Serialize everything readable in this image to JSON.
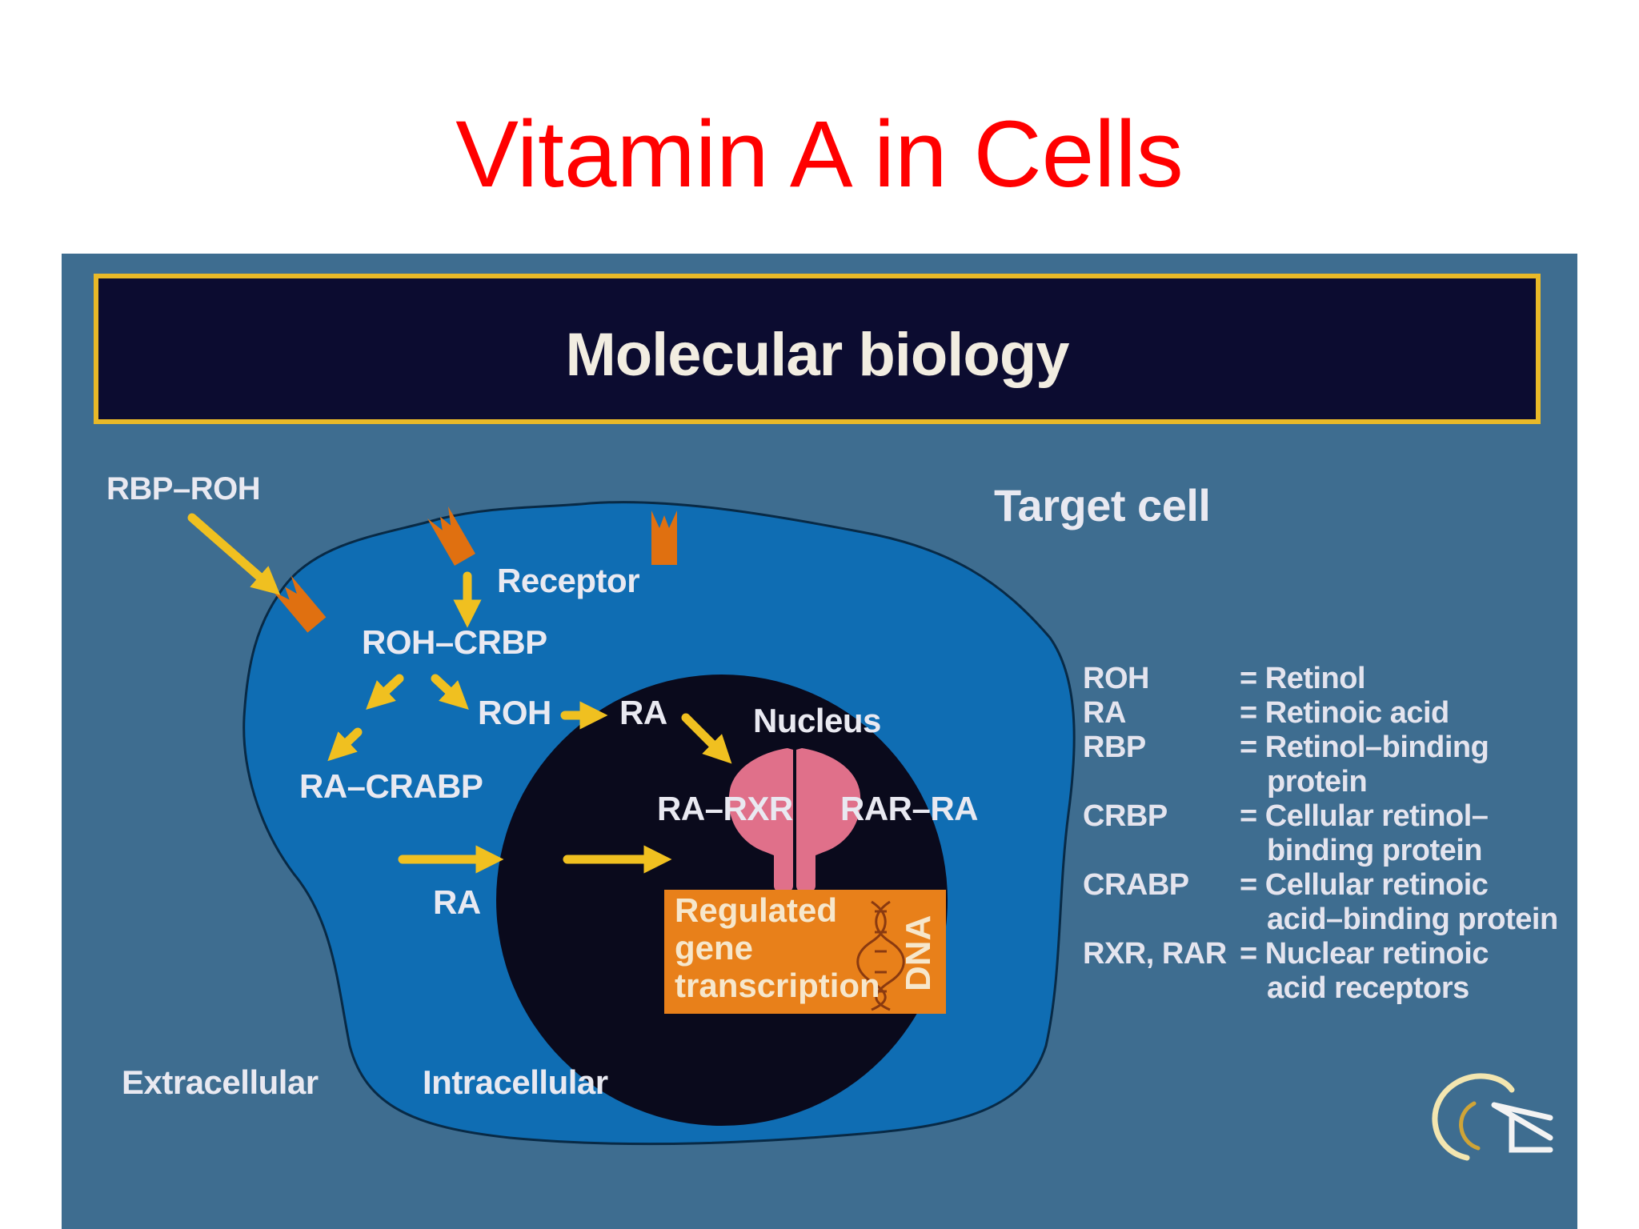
{
  "slide": {
    "title": "Vitamin A in Cells"
  },
  "banner": {
    "title": "Molecular biology"
  },
  "diagram": {
    "rbp_roh": "RBP–ROH",
    "target_cell": "Target cell",
    "receptor": "Receptor",
    "roh_crbp": "ROH–CRBP",
    "roh": "ROH",
    "ra_top": "RA",
    "nucleus": "Nucleus",
    "ra_crabp": "RA–CRABP",
    "ra_rxr": "RA–RXR",
    "rar_ra": "RAR–RA",
    "ra_bottom": "RA",
    "gene_line1": "Regulated",
    "gene_line2": "gene",
    "gene_line3": "transcription",
    "dna": "DNA",
    "extracellular": "Extracellular",
    "intracellular": "Intracellular"
  },
  "legend": {
    "items": [
      {
        "abbr": "ROH",
        "lines": [
          "= Retinol"
        ]
      },
      {
        "abbr": "RA",
        "lines": [
          "= Retinoic acid"
        ]
      },
      {
        "abbr": "RBP",
        "lines": [
          "= Retinol–binding",
          "protein"
        ]
      },
      {
        "abbr": "CRBP",
        "lines": [
          "= Cellular retinol–",
          "binding protein"
        ]
      },
      {
        "abbr": "CRABP",
        "lines": [
          "= Cellular retinoic",
          "acid–binding protein"
        ]
      },
      {
        "abbr": "RXR, RAR",
        "lines": [
          "= Nuclear retinoic",
          "acid receptors"
        ]
      }
    ]
  },
  "colors": {
    "title": "#ff0000",
    "panel": "#3e6d90",
    "banner": "#0c0c30",
    "banner_border": "#e9b928",
    "cell": "#0f6db3",
    "nucleus": "#0a0a1c",
    "arrow": "#f0c020",
    "receptor": "#e07010",
    "protein": "#e0708a",
    "gene_box": "#e8801a"
  }
}
